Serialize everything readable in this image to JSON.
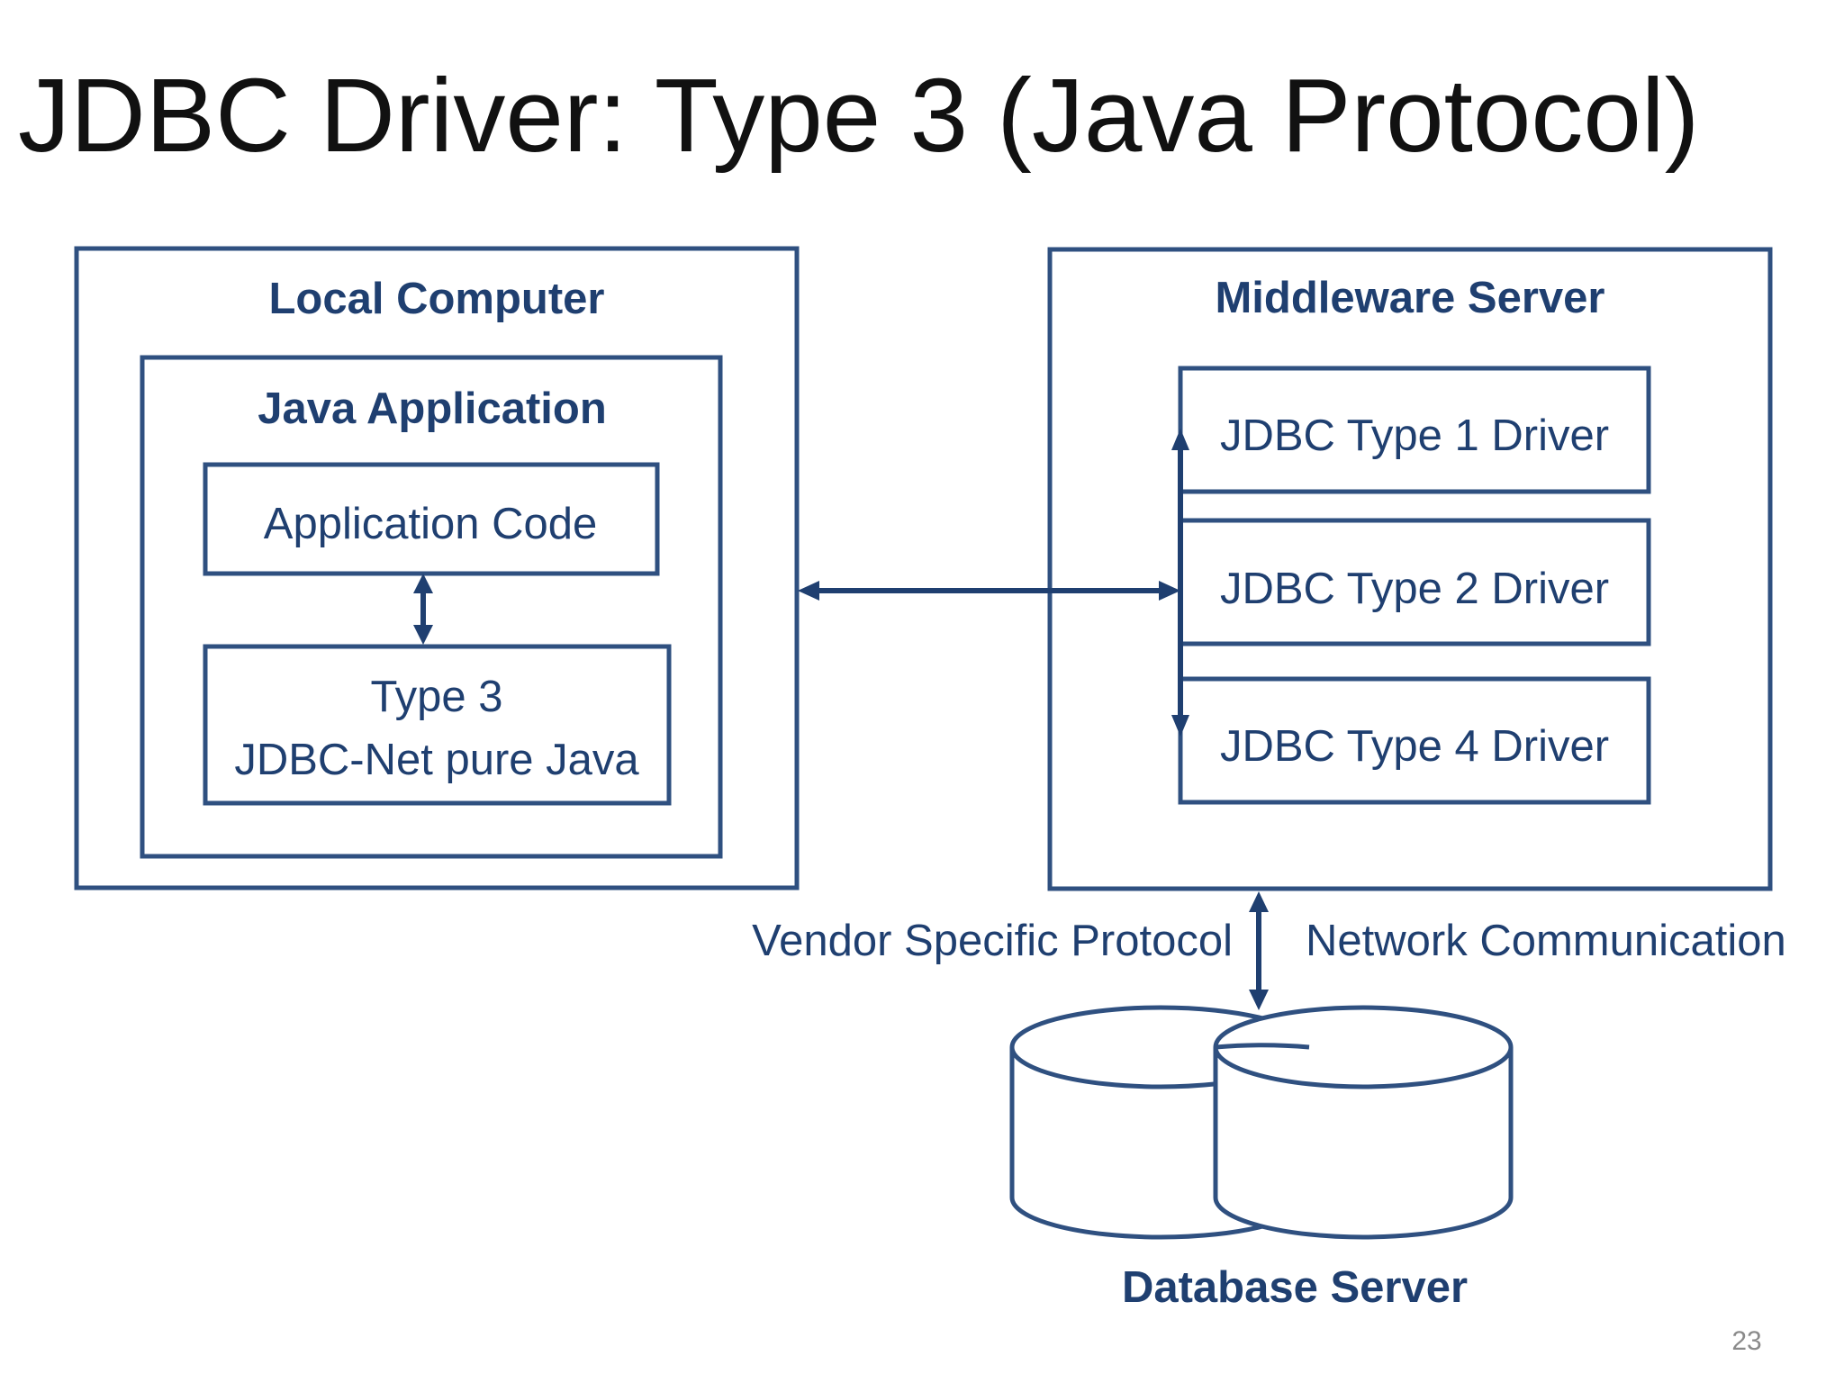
{
  "slide": {
    "title": "JDBC Driver: Type 3 (Java Protocol)",
    "page_number": "23"
  },
  "local_computer": {
    "label": "Local Computer",
    "java_application": {
      "label": "Java Application",
      "application_code": "Application Code",
      "type3_line1": "Type 3",
      "type3_line2": "JDBC-Net pure Java"
    }
  },
  "middleware_server": {
    "label": "Middleware Server",
    "drivers": [
      "JDBC Type 1 Driver",
      "JDBC Type 2 Driver",
      "JDBC Type 4 Driver"
    ]
  },
  "connection": {
    "left_label": "Vendor Specific Protocol",
    "right_label": "Network Communication"
  },
  "database_server": {
    "label": "Database Server"
  },
  "colors": {
    "primary": "#1f3f70",
    "border": "#2f5080",
    "title_text": "#111111",
    "page_number": "#8a8a8a"
  }
}
